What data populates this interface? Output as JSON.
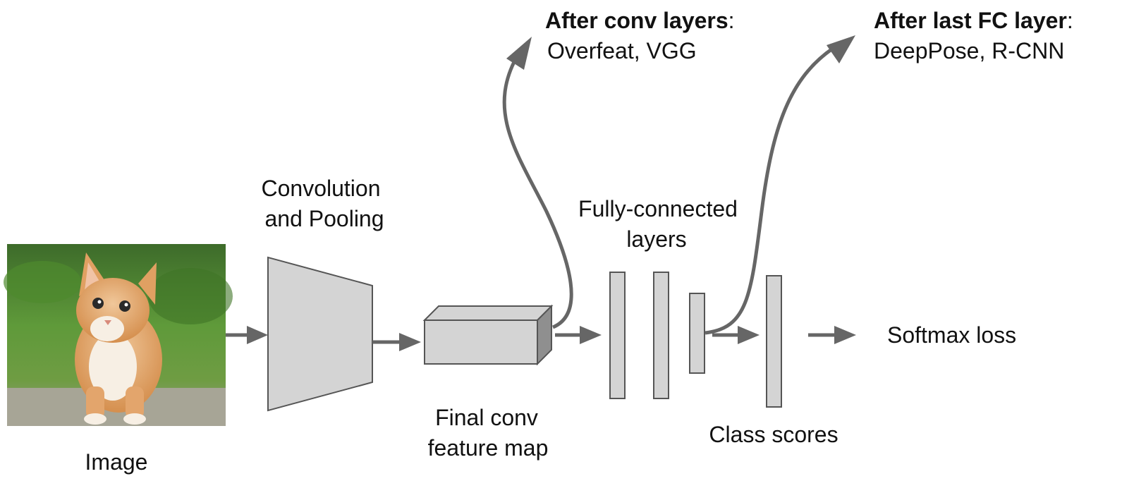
{
  "image": {
    "caption": "Image"
  },
  "conv_pool": {
    "label_line1": "Convolution",
    "label_line2": "and Pooling"
  },
  "final_conv": {
    "label_line1": "Final conv",
    "label_line2": "feature map"
  },
  "fc": {
    "label_line1": "Fully-connected",
    "label_line2": "layers"
  },
  "class_scores": {
    "label": "Class scores"
  },
  "softmax": {
    "label": "Softmax loss"
  },
  "after_conv": {
    "title": "After conv layers",
    "colon": ":",
    "examples": "Overfeat, VGG"
  },
  "after_fc": {
    "title": "After last FC layer",
    "colon": ":",
    "examples": "DeepPose, R-CNN"
  },
  "colors": {
    "box_fill": "#d4d4d4",
    "box_stroke": "#555555",
    "arrow": "#666666"
  }
}
